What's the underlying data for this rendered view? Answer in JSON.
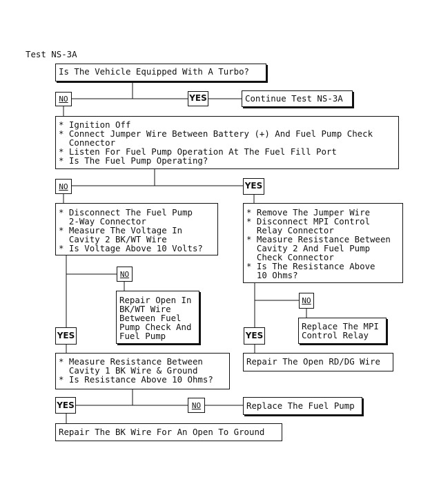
{
  "title": "Test NS-3A",
  "q_turbo": "Is The Vehicle Equipped With A Turbo?",
  "no": "NO",
  "yes": "YES",
  "continue": "Continue Test NS-3A",
  "step1": [
    "* Ignition Off",
    "* Connect Jumper Wire Between Battery (+) And Fuel Pump Check",
    "  Connector",
    "* Listen For Fuel Pump Operation At The Fuel Fill Port",
    "* Is The Fuel Pump Operating?"
  ],
  "left_step": [
    "* Disconnect The Fuel Pump",
    "  2-Way Connector",
    "* Measure The Voltage In",
    "  Cavity 2 BK/WT Wire",
    "* Is Voltage Above 10 Volts?"
  ],
  "right_step": [
    "* Remove The Jumper Wire",
    "* Disconnect MPI Control",
    "  Relay Connector",
    "* Measure Resistance Between",
    "  Cavity 2 And Fuel Pump",
    "  Check Connector",
    "* Is The Resistance Above",
    "  10 Ohms?"
  ],
  "repair_open": [
    "Repair Open In",
    "BK/WT Wire",
    "Between Fuel",
    "Pump Check And",
    "Fuel Pump"
  ],
  "replace_relay": [
    "Replace The MPI",
    "Control Relay"
  ],
  "repair_rddg": "Repair The Open RD/DG Wire",
  "measure_step": [
    "* Measure Resistance Between",
    "  Cavity 1 BK Wire & Ground",
    "* Is Resistance Above 10 Ohms?"
  ],
  "replace_pump": "Replace The Fuel Pump",
  "repair_bk": "Repair The BK Wire For An Open To Ground"
}
